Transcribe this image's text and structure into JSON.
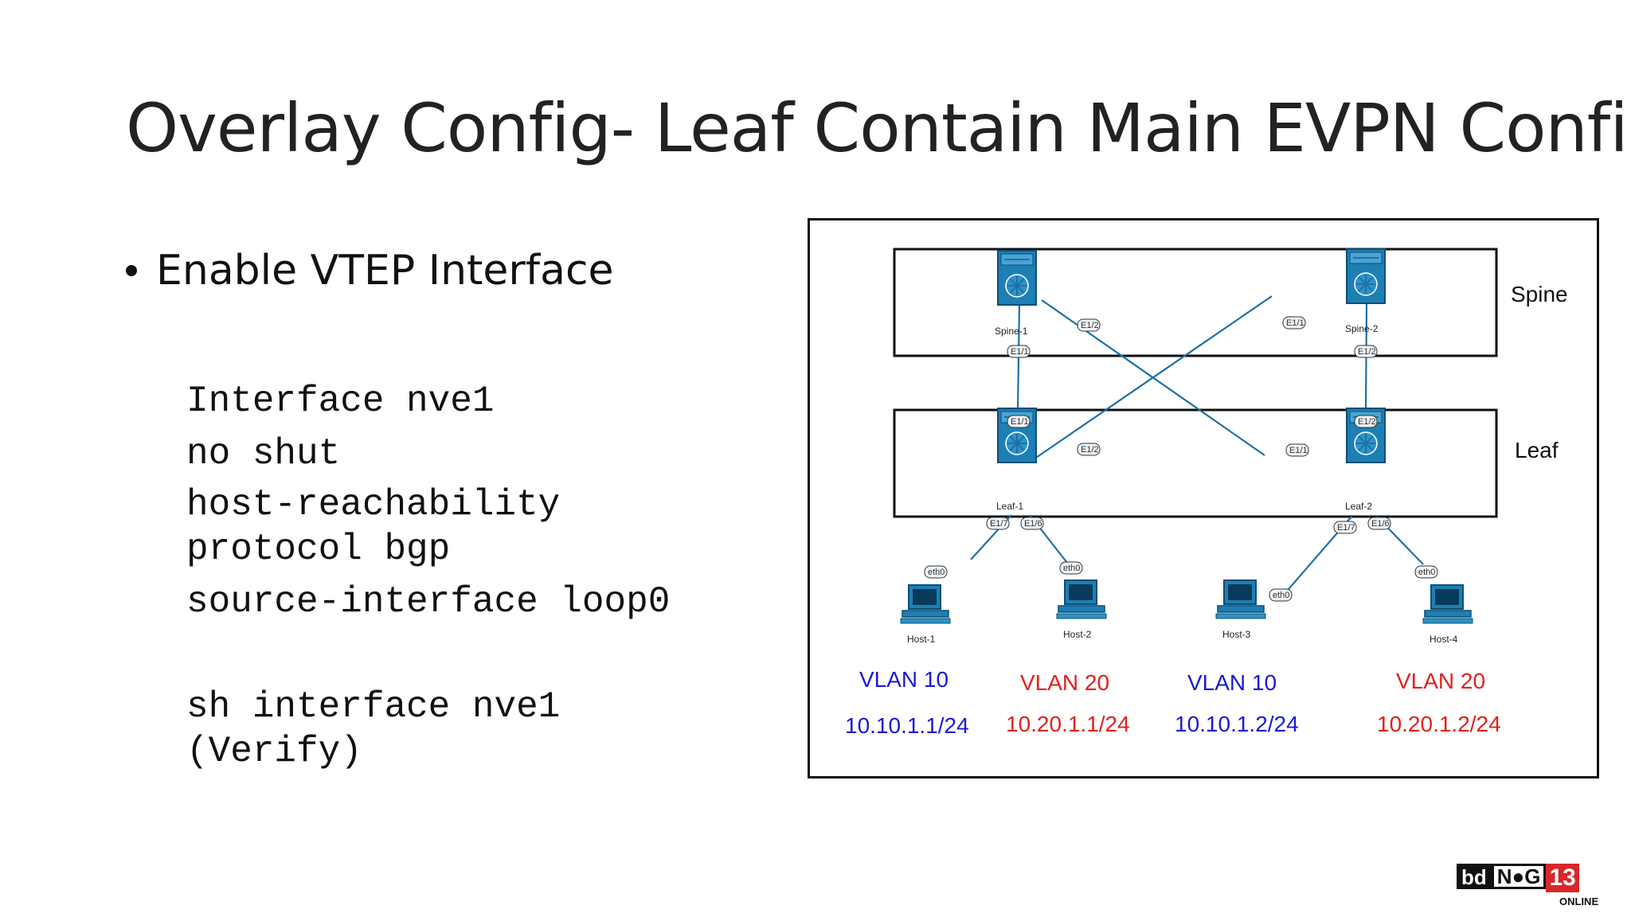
{
  "slide": {
    "title": "Overlay Config- Leaf Contain Main EVPN Config",
    "bullet": "Enable VTEP Interface",
    "code_lines": [
      "Interface nve1",
      "no shut",
      "host-reachability\nprotocol bgp",
      "source-interface loop0",
      "sh interface nve1\n(Verify)"
    ]
  },
  "diagram": {
    "layers": {
      "spine": "Spine",
      "leaf": "Leaf"
    },
    "devices": {
      "spine1": "Spine-1",
      "spine2": "Spine-2",
      "leaf1": "Leaf-1",
      "leaf2": "Leaf-2",
      "host1": "Host-1",
      "host2": "Host-2",
      "host3": "Host-3",
      "host4": "Host-4"
    },
    "ports": {
      "spine1_e12": "E1/2",
      "spine1_e11": "E1/1",
      "spine2_e11": "E1/1",
      "spine2_e12": "E1/2",
      "leaf1_e11": "E1/1",
      "leaf1_e12": "E1/2",
      "leaf1_e17": "E1/7",
      "leaf1_e16": "E1/6",
      "leaf2_e12": "E1/2",
      "leaf2_e11": "E1/1",
      "leaf2_e17": "E1/7",
      "leaf2_e16": "E1/6",
      "host1_eth0": "eth0",
      "host2_eth0": "eth0",
      "host3_eth0": "eth0",
      "host4_eth0": "eth0"
    },
    "hosts": [
      {
        "vlan": "VLAN 10",
        "ip": "10.10.1.1/24",
        "color": "#1a1ad6"
      },
      {
        "vlan": "VLAN 20",
        "ip": "10.20.1.1/24",
        "color": "#e0221e"
      },
      {
        "vlan": "VLAN 10",
        "ip": "10.10.1.2/24",
        "color": "#1a1ad6"
      },
      {
        "vlan": "VLAN 20",
        "ip": "10.20.1.2/24",
        "color": "#e0221e"
      }
    ],
    "link_color": "#1f6fa8",
    "device_color": "#1d7fb4"
  },
  "logo": {
    "bd": "bd",
    "nog": "N●G",
    "num": "13",
    "online": "ONLINE"
  }
}
